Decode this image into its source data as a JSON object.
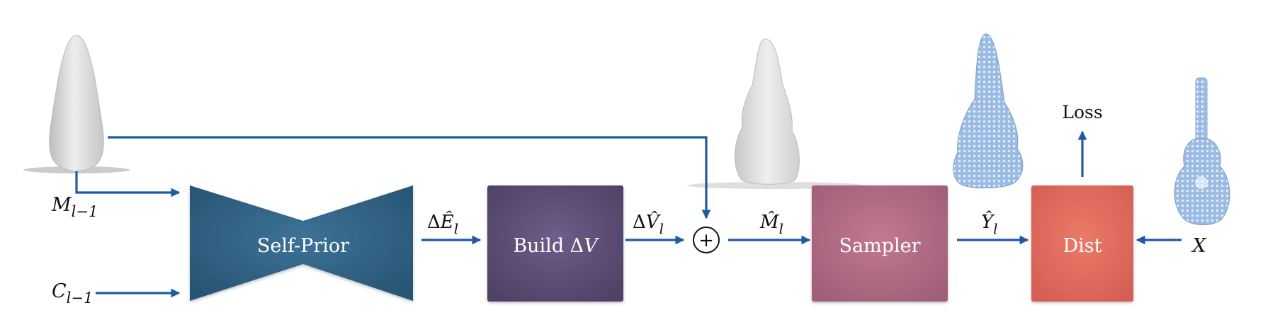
{
  "inputs": {
    "mesh_label": {
      "base": "M",
      "sub": "l−1"
    },
    "conv_label": {
      "base": "C",
      "sub": "l−1"
    },
    "target_label": "X"
  },
  "blocks": {
    "self_prior": "Self-Prior",
    "build_dv": {
      "text": "Build Δ",
      "var": "V"
    },
    "sampler": "Sampler",
    "dist": "Dist"
  },
  "edges": {
    "delta_e": {
      "prefix": "Δ",
      "base": "Ê",
      "sub": "l"
    },
    "delta_v": {
      "prefix": "Δ",
      "base": "V̂",
      "sub": "l"
    },
    "m_hat": {
      "base": "M̂",
      "sub": "l"
    },
    "y_hat": {
      "base": "Ŷ",
      "sub": "l"
    }
  },
  "sum_symbol": "+",
  "loss": "Loss",
  "colors": {
    "arrow": "#1f5aa0",
    "self_prior": "#2e5f82",
    "build_dv": "#5f4f78",
    "sampler": "#b06a86",
    "dist": "#e06b5e",
    "mesh_gray": "#d9d9d9",
    "point_blue": "#8fb0dc"
  }
}
